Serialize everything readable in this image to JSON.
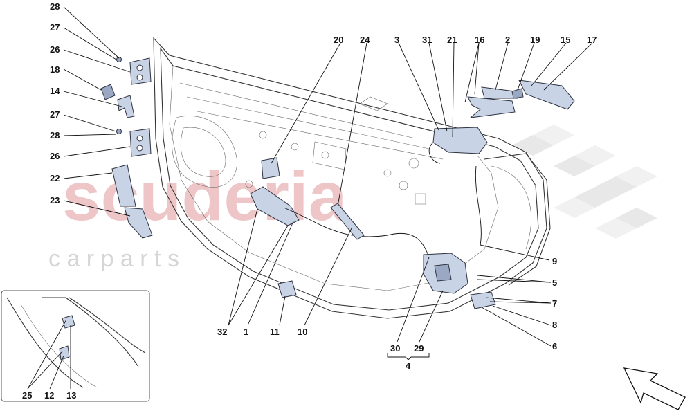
{
  "watermark": {
    "brand": "scuderia",
    "sub": "c a r   p a r t s"
  },
  "callouts": {
    "c1": "1",
    "c2": "2",
    "c3": "3",
    "c4": "4",
    "c5": "5",
    "c6": "6",
    "c7": "7",
    "c8": "8",
    "c9": "9",
    "c10": "10",
    "c11": "11",
    "c12": "12",
    "c13": "13",
    "c14": "14",
    "c15": "15",
    "c16": "16",
    "c17": "17",
    "c18": "18",
    "c19": "19",
    "c20": "20",
    "c21": "21",
    "c22": "22",
    "c23": "23",
    "c24": "24",
    "c25": "25",
    "c26a": "26",
    "c26b": "26",
    "c27a": "27",
    "c27b": "27",
    "c28a": "28",
    "c28b": "28",
    "c29": "29",
    "c30": "30",
    "c31": "31",
    "c32": "32"
  },
  "colors": {
    "part": "#c9d3e6",
    "part_dark": "#9aa8c4",
    "checker": "#e6e6e6"
  }
}
